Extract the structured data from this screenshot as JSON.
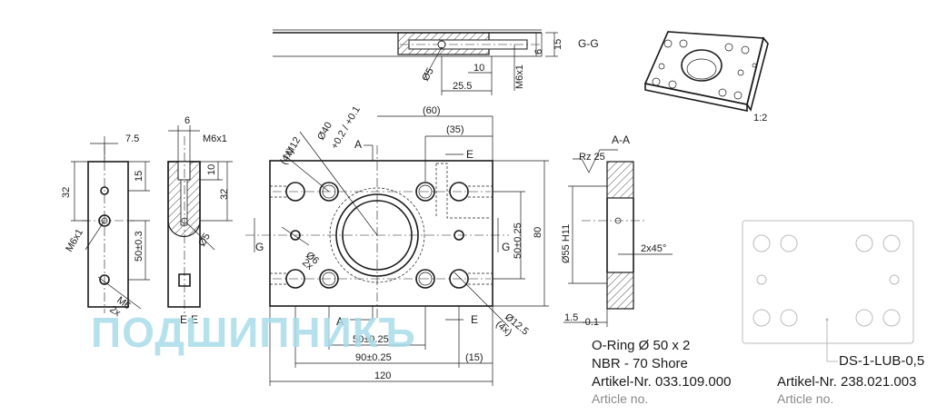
{
  "section_gg": {
    "title": "G-G",
    "dim_dia": "Ø5",
    "dim_10": "10",
    "dim_25_5": "25.5",
    "dim_m6": "M6x1",
    "dim_6": "6",
    "dim_15": "15"
  },
  "iso_scale": "1:2",
  "section_ee": {
    "title": "E-E",
    "dim_7_5": "7.5",
    "dim_32": "32",
    "dim_15": "15",
    "dim_m6": "M6x1",
    "dim_50": "50±0.3",
    "dim_m6_2x": "M6",
    "dim_2x": "2x"
  },
  "side_view": {
    "dim_6": "6",
    "dim_m6": "M6x1",
    "dim_10": "10",
    "dim_32": "32",
    "dim_dia5": "Ø5"
  },
  "main_view": {
    "dim_60": "(60)",
    "dim_35": "(35)",
    "dim_m12": "M12",
    "dim_m12_4x": "(4x)",
    "dim_dia40": "Ø40",
    "dim_dia40_tol": "+0.2 / +0.1",
    "dim_dia6": "Ø6",
    "dim_dia6_2x": "2x",
    "dim_50_v": "50±0.25",
    "dim_80": "80",
    "dim_50_h": "50±0.25",
    "dim_90": "90±0.25",
    "dim_15": "(15)",
    "dim_120": "120",
    "dim_dia12_5": "Ø12.5",
    "dim_dia12_5_4x": "(4x)",
    "marker_a_top": "A",
    "marker_a_bottom": "A",
    "marker_e_top": "E",
    "marker_e_bottom": "E",
    "marker_g_left": "G",
    "marker_g_right": "G"
  },
  "section_aa": {
    "title": "A-A",
    "roughness": "Rz 25",
    "dim_dia55": "Ø55 H11",
    "dim_chamfer": "2x45°",
    "dim_1_5": "1.5",
    "dim_1_5_tol": "-0.1"
  },
  "watermark": "ПОДШИПНИКЪ",
  "oring": {
    "line1": "O-Ring Ø 50 x 2",
    "line2": "NBR - 70 Shore",
    "line3": "Artikel-Nr. 033.109.000",
    "line4": "Article no."
  },
  "plate": {
    "name": "DS-1-LUB-0,5",
    "line1": "Artikel-Nr. 238.021.003",
    "line2": "Article no."
  }
}
